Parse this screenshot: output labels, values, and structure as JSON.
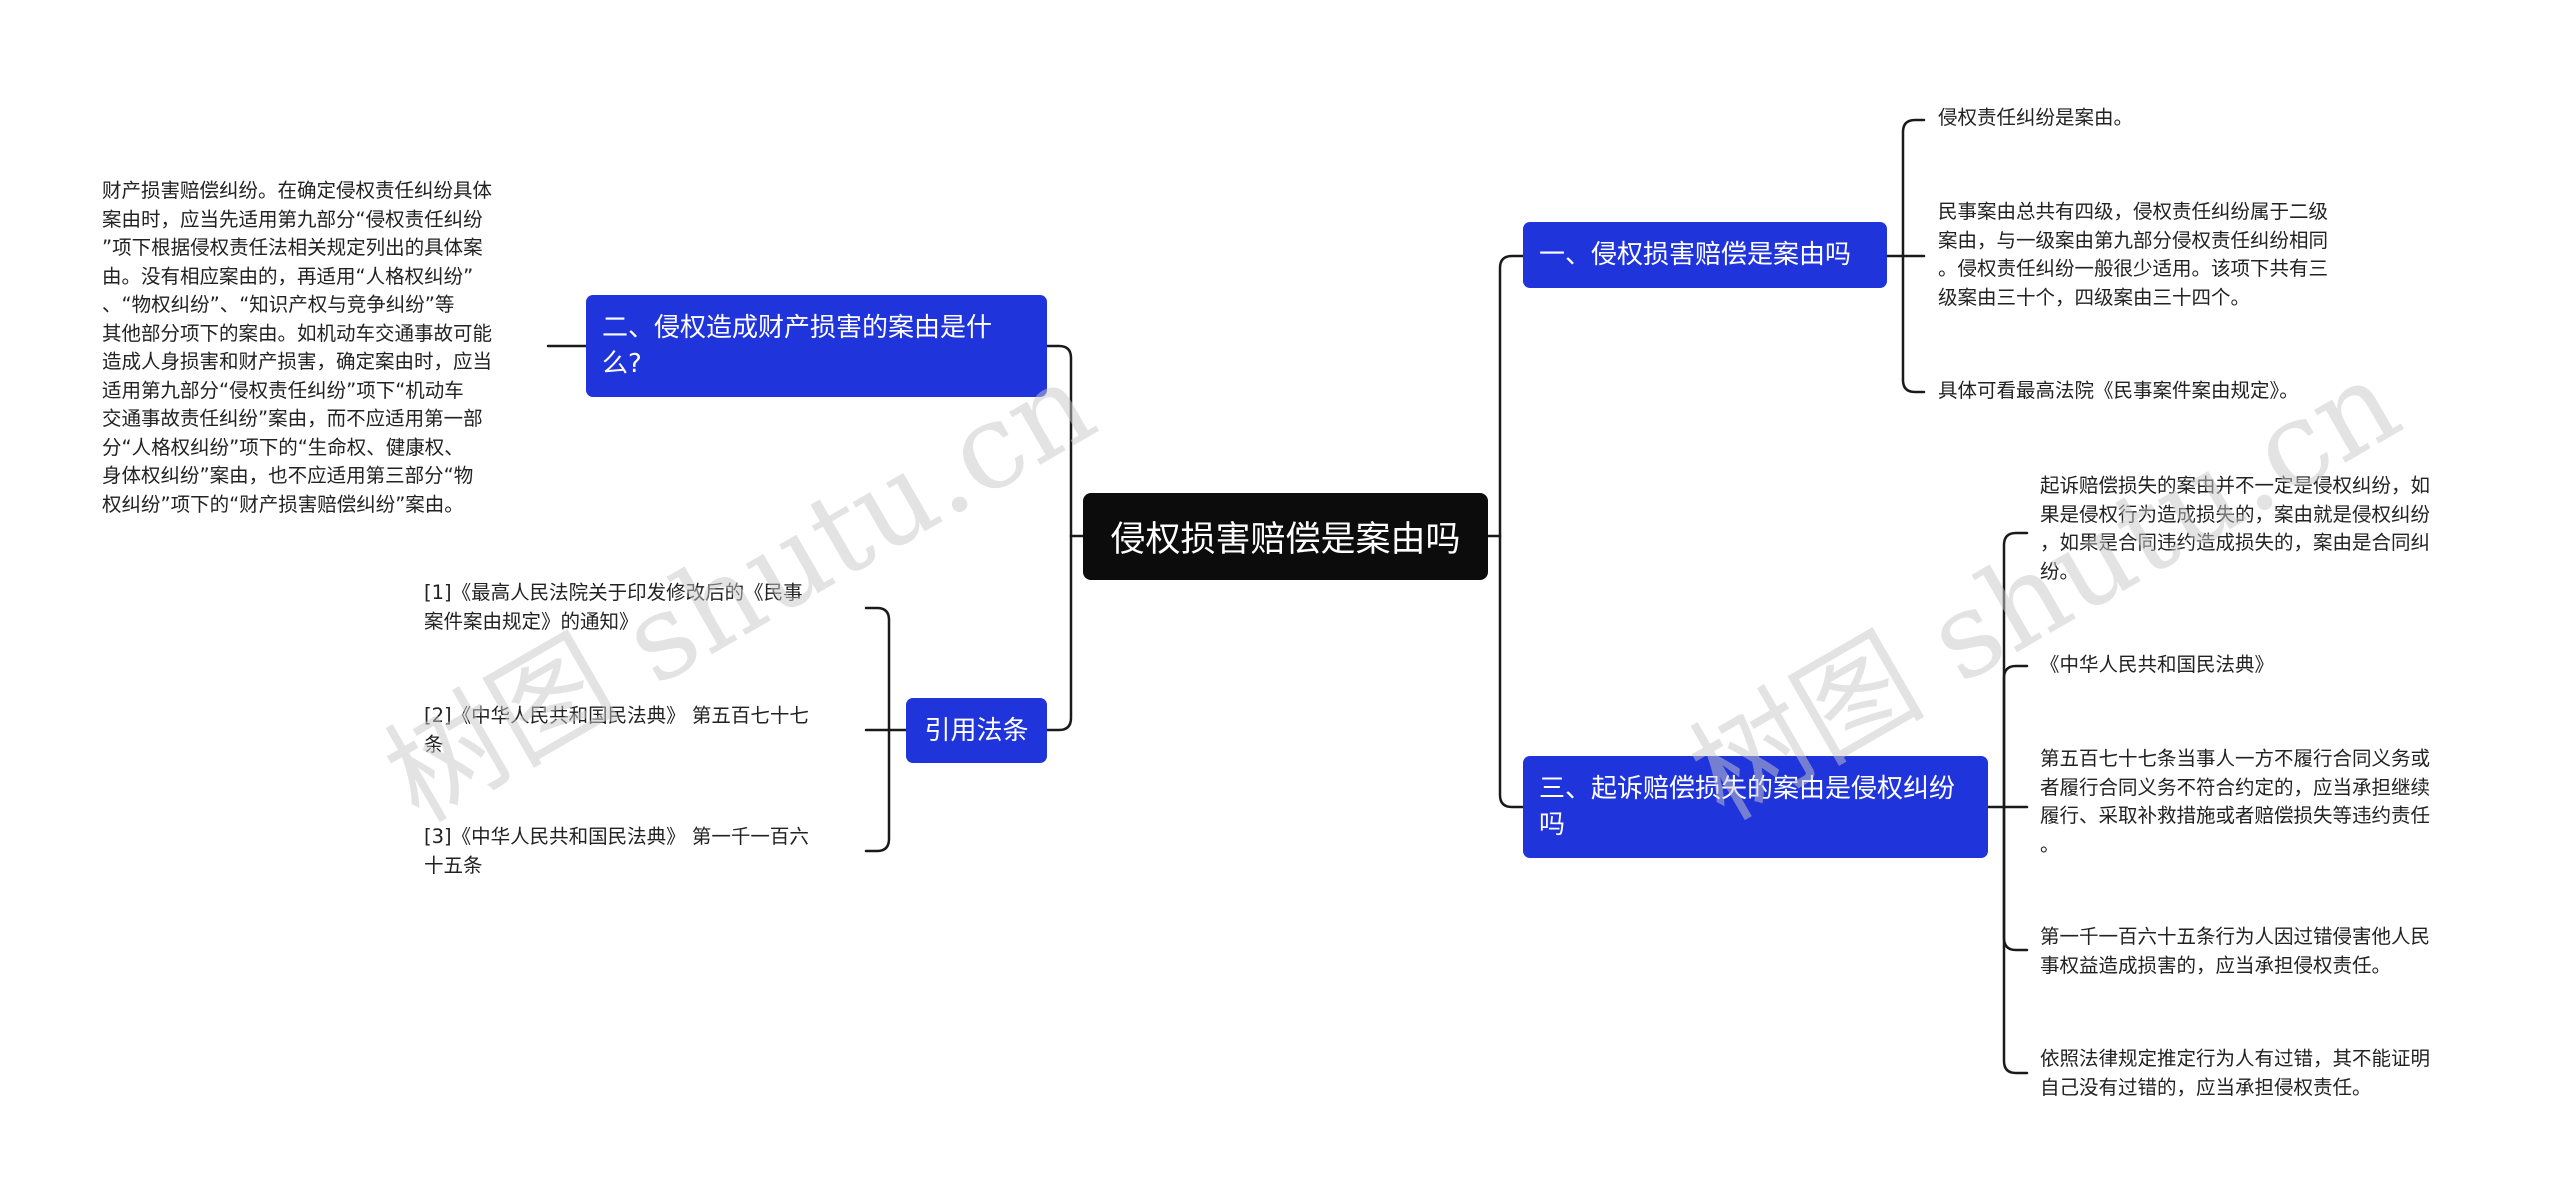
{
  "root": {
    "label": "侵权损害赔偿是案由吗"
  },
  "topics": {
    "t1": "一、侵权损害赔偿是案由吗",
    "t2": "二、侵权造成财产损害的案由是什么?",
    "t3": "三、起诉赔偿损失的案由是侵权纠纷吗",
    "t4": "引用法条"
  },
  "leaves": {
    "t1": [
      "侵权责任纠纷是案由。",
      "民事案由总共有四级，侵权责任纠纷属于二级\n案由，与一级案由第九部分侵权责任纠纷相同\n。侵权责任纠纷一般很少适用。该项下共有三\n级案由三十个，四级案由三十四个。",
      "具体可看最高法院《民事案件案由规定》。"
    ],
    "t2": [
      "财产损害赔偿纠纷。在确定侵权责任纠纷具体\n案由时，应当先适用第九部分“侵权责任纠纷\n”项下根据侵权责任法相关规定列出的具体案\n由。没有相应案由的，再适用“人格权纠纷”\n、“物权纠纷”、“知识产权与竞争纠纷”等\n其他部分项下的案由。如机动车交通事故可能\n造成人身损害和财产损害，确定案由时，应当\n适用第九部分“侵权责任纠纷”项下“机动车\n交通事故责任纠纷”案由，而不应适用第一部\n分“人格权纠纷”项下的“生命权、健康权、\n身体权纠纷”案由，也不应适用第三部分“物\n权纠纷”项下的“财产损害赔偿纠纷”案由。"
    ],
    "t3": [
      "起诉赔偿损失的案由并不一定是侵权纠纷，如\n果是侵权行为造成损失的，案由就是侵权纠纷\n，如果是合同违约造成损失的，案由是合同纠\n纷。",
      "《中华人民共和国民法典》",
      "第五百七十七条当事人一方不履行合同义务或\n者履行合同义务不符合约定的，应当承担继续\n履行、采取补救措施或者赔偿损失等违约责任\n。",
      "第一千一百六十五条行为人因过错侵害他人民\n事权益造成损害的，应当承担侵权责任。",
      "依照法律规定推定行为人有过错，其不能证明\n自己没有过错的，应当承担侵权责任。"
    ],
    "t4": [
      "[1]《最高人民法院关于印发修改后的《民事\n案件案由规定》的通知》",
      "[2]《中华人民共和国民法典》 第五百七十七\n条",
      "[3]《中华人民共和国民法典》 第一千一百六\n十五条"
    ]
  },
  "watermarks": [
    "树图 shutu.cn",
    "树图 shutu.cn"
  ],
  "colors": {
    "root": "#0c0c0c",
    "topic": "#2034dc",
    "line": "#1a1a1a",
    "text": "#222222"
  }
}
